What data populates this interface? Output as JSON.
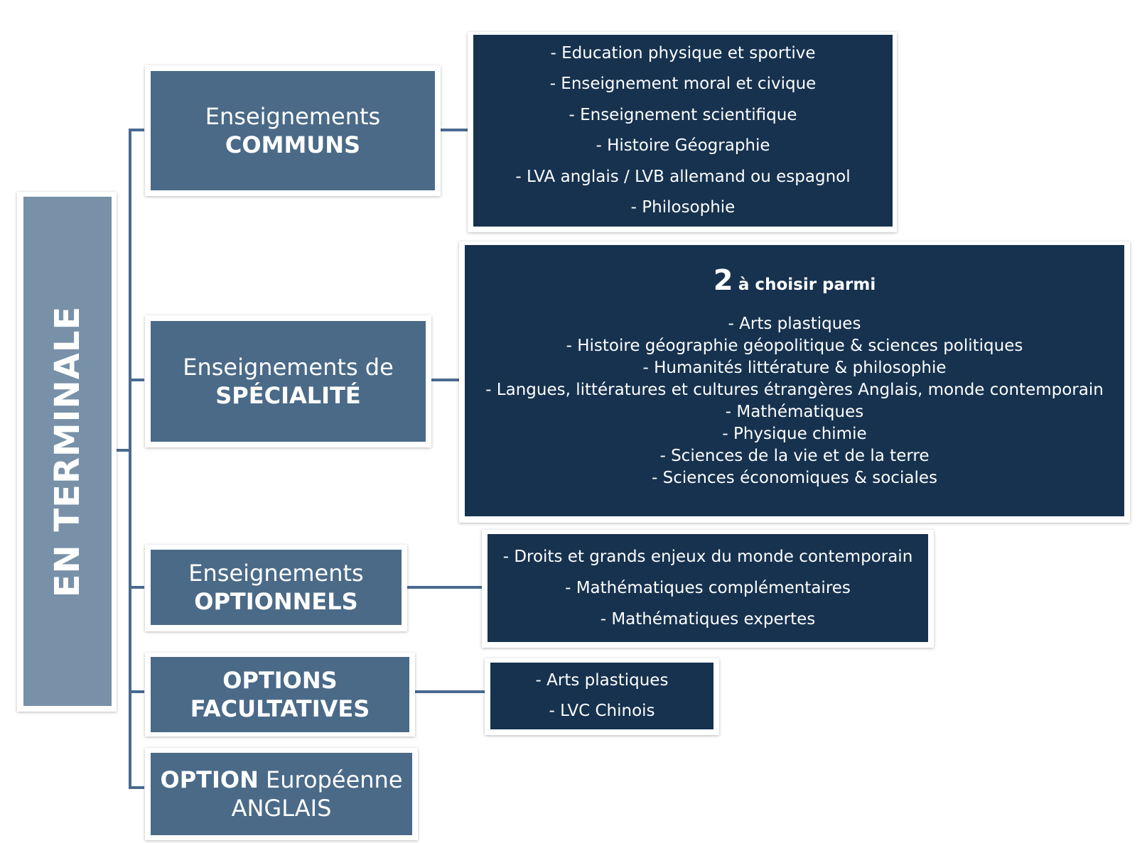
{
  "root_label": "EN TERMINALE",
  "communs": {
    "line1": "Enseignements",
    "line2": "COMMUNS",
    "items": [
      "- Education physique et sportive",
      "- Enseignement moral et civique",
      "- Enseignement scientifique",
      "- Histoire Géographie",
      "- LVA anglais / LVB allemand ou espagnol",
      "- Philosophie"
    ]
  },
  "specialite": {
    "line1": "Enseignements de",
    "line2": "SPÉCIALITÉ",
    "choice_number": "2",
    "choice_text": "à choisir parmi",
    "items": [
      "- Arts plastiques",
      "- Histoire géographie géopolitique & sciences politiques",
      "- Humanités littérature & philosophie",
      "- Langues, littératures et cultures étrangères Anglais, monde contemporain",
      "- Mathématiques",
      "- Physique chimie",
      "- Sciences de la vie et de la terre",
      "- Sciences économiques & sociales"
    ]
  },
  "optionnels": {
    "line1": "Enseignements",
    "line2": "OPTIONNELS",
    "items": [
      "- Droits et grands enjeux du monde contemporain",
      "- Mathématiques complémentaires",
      "- Mathématiques expertes"
    ]
  },
  "facultatives": {
    "line1": "OPTIONS",
    "line2": "FACULTATIVES",
    "items": [
      "- Arts plastiques",
      "- LVC Chinois"
    ]
  },
  "europeenne": {
    "bold": "OPTION",
    "rest": "Européenne",
    "line2": "ANGLAIS"
  },
  "colors": {
    "root_fill": "#7891a8",
    "category_fill": "#4a6a88",
    "detail_fill": "#16324f",
    "connector": "#4a6a90"
  }
}
